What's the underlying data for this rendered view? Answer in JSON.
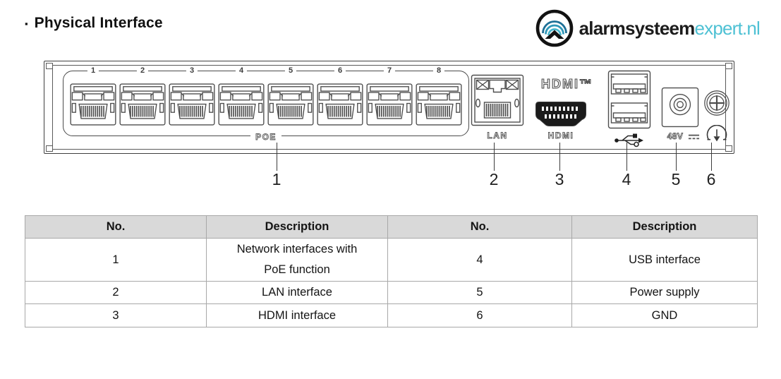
{
  "page": {
    "bullet": "▪",
    "title": "Physical Interface"
  },
  "logo": {
    "text_primary": "alarmsysteem",
    "text_secondary": "expert.nl",
    "color_primary": "#1c1c1c",
    "color_secondary": "#4ec1d4"
  },
  "device": {
    "port_numbers": [
      "1",
      "2",
      "3",
      "4",
      "5",
      "6",
      "7",
      "8"
    ],
    "poe_label": "POE",
    "lan_label": "LAN",
    "hdmi_logo": "HDMI™",
    "hdmi_label": "HDMI",
    "power_label": "48V",
    "callouts": [
      "1",
      "2",
      "3",
      "4",
      "5",
      "6"
    ]
  },
  "table": {
    "header_bg": "#d9d9d9",
    "headers": [
      "No.",
      "Description",
      "No.",
      "Description"
    ],
    "rows": [
      [
        "1",
        "Network interfaces with\nPoE function",
        "4",
        "USB interface"
      ],
      [
        "2",
        "LAN interface",
        "5",
        "Power supply"
      ],
      [
        "3",
        "HDMI interface",
        "6",
        "GND"
      ]
    ]
  }
}
